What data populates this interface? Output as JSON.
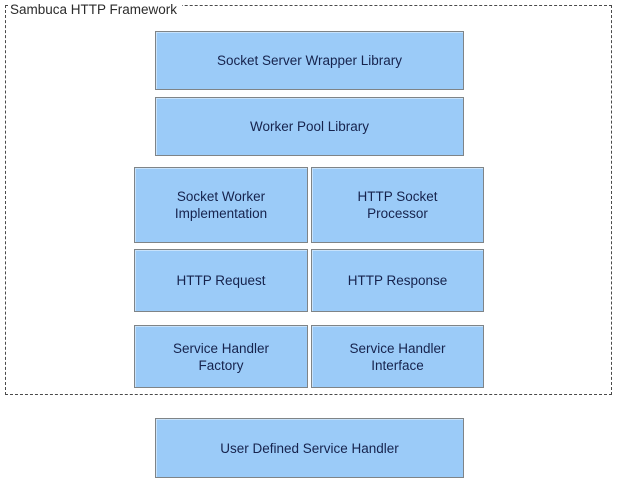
{
  "diagram": {
    "title": "Sambuca HTTP Framework",
    "boundary": {
      "style": "dashed",
      "color": "#4a4a4a"
    },
    "colors": {
      "box_fill": "#9bcbf8",
      "box_border": "#7f8487",
      "box_text": "#16234d",
      "title_text": "#2b2b2b",
      "background": "#ffffff"
    },
    "layers": [
      {
        "layout": "full-width",
        "boxes": [
          {
            "label": "Socket Server Wrapper Library"
          }
        ]
      },
      {
        "layout": "full-width",
        "boxes": [
          {
            "label": "Worker Pool Library"
          }
        ]
      },
      {
        "layout": "two-column",
        "boxes": [
          {
            "label": "Socket Worker\nImplementation"
          },
          {
            "label": "HTTP Socket\nProcessor"
          }
        ]
      },
      {
        "layout": "two-column",
        "boxes": [
          {
            "label": "HTTP Request"
          },
          {
            "label": "HTTP Response"
          }
        ]
      },
      {
        "layout": "two-column",
        "boxes": [
          {
            "label": "Service Handler\nFactory"
          },
          {
            "label": "Service Handler\nInterface"
          }
        ]
      }
    ],
    "external": {
      "layout": "full-width",
      "boxes": [
        {
          "label": "User Defined Service Handler"
        }
      ]
    }
  }
}
